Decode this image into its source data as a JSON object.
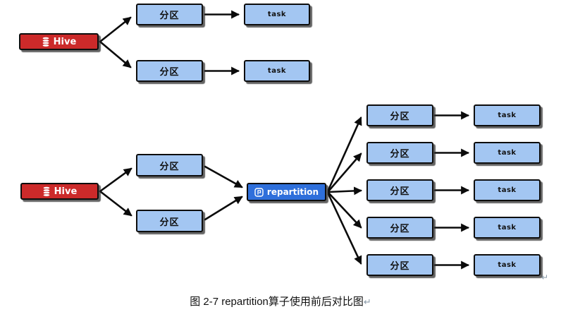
{
  "before": {
    "source": "Hive",
    "rows": [
      {
        "partition": "分区",
        "task": "task"
      },
      {
        "partition": "分区",
        "task": "task"
      }
    ]
  },
  "after": {
    "source": "Hive",
    "input_partitions": [
      "分区",
      "分区"
    ],
    "operator": "repartition",
    "rows": [
      {
        "partition": "分区",
        "task": "task"
      },
      {
        "partition": "分区",
        "task": "task"
      },
      {
        "partition": "分区",
        "task": "task"
      },
      {
        "partition": "分区",
        "task": "task"
      },
      {
        "partition": "分区",
        "task": "task"
      }
    ]
  },
  "icons": {
    "hive": "database-icon",
    "repartition": "flag-icon"
  },
  "colors": {
    "hive_red": "#cc2a2a",
    "partition_blue": "#a3c6f2",
    "repartition_blue": "#2e6fdb",
    "arrow_black": "#0b0b0b"
  },
  "caption": {
    "text": "图 2-7 repartition算子使用前后对比图",
    "paragraph_mark": "↵"
  },
  "stray_paragraph_mark": "↵"
}
